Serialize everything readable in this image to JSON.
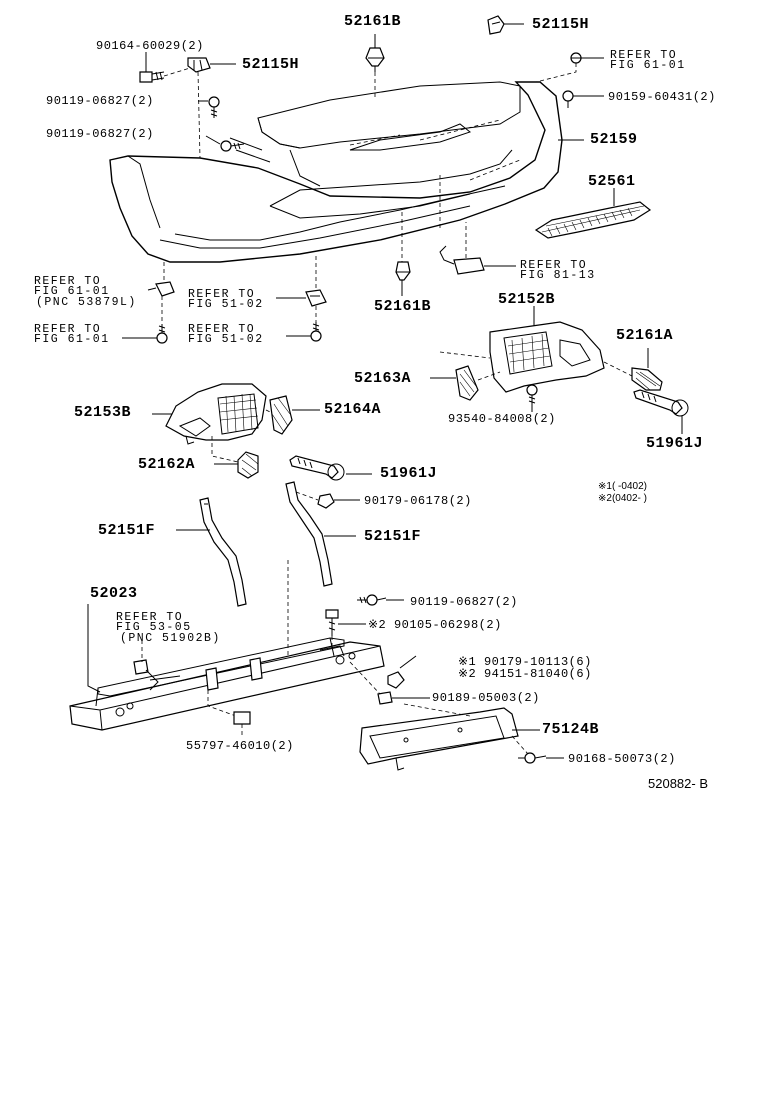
{
  "labels": {
    "p52161B_top": "52161B",
    "p52115H_top": "52115H",
    "p90164": "90164-60029(2)",
    "p52115H_left": "52115H",
    "refer_fig6101_top": "REFER TO",
    "fig6101_top": "FIG 61-01",
    "p90119_a": "90119-06827(2)",
    "p90159": "90159-60431(2)",
    "p90119_b": "90119-06827(2)",
    "p52159": "52159",
    "p52561": "52561",
    "refer_fig8113": "REFER TO",
    "fig8113": "FIG 81-13",
    "refer_fig6101_a": "REFER TO",
    "fig6101_a": "FIG 61-01",
    "pnc53879": "(PNC 53879L)",
    "refer_fig5102_a": "REFER TO",
    "fig5102_a": "FIG 51-02",
    "p52161B_mid": "52161B",
    "refer_fig6101_b": "REFER TO",
    "fig6101_b": "FIG 61-01",
    "refer_fig5102_b": "REFER TO",
    "fig5102_b": "FIG 51-02",
    "p52152B": "52152B",
    "p52161A": "52161A",
    "p52163A": "52163A",
    "p93540": "93540-84008(2)",
    "p52153B": "52153B",
    "p52164A": "52164A",
    "p51961J_right": "51961J",
    "p52162A": "52162A",
    "p51961J_mid": "51961J",
    "p90179_06178": "90179-06178(2)",
    "note1": "※1(     -0402)",
    "note2": "※2(0402-     )",
    "p52151F_left": "52151F",
    "p52151F_right": "52151F",
    "p52023": "52023",
    "refer_fig5305": "REFER TO",
    "fig5305": "FIG 53-05",
    "pnc51902": "(PNC 51902B)",
    "p90119_c": "90119-06827(2)",
    "p90105": "※2 90105-06298(2)",
    "p90179_10113": "※1 90179-10113(6)",
    "p94151": "※2 94151-81040(6)",
    "p90189": "90189-05003(2)",
    "p75124B": "75124B",
    "p55797": "55797-46010(2)",
    "p90168": "90168-50073(2)",
    "drawing_no": "520882- B"
  }
}
